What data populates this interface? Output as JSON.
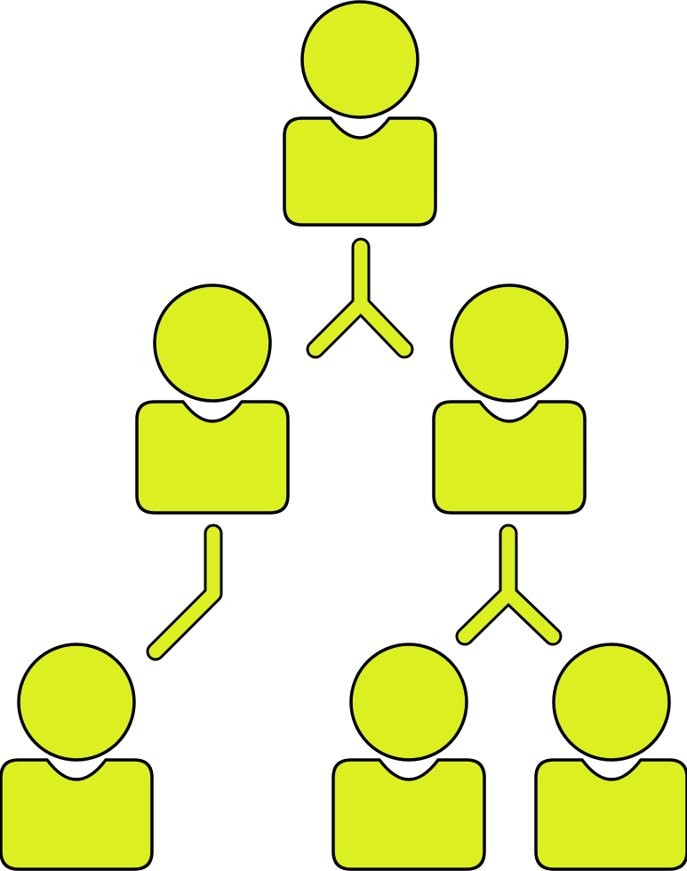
{
  "colors": {
    "fill": "#dcf021",
    "stroke": "#000000",
    "background": "#ffffff"
  },
  "icon": "user-icon",
  "diagram": {
    "nodes": [
      {
        "id": "top"
      },
      {
        "id": "mid-left"
      },
      {
        "id": "mid-right"
      },
      {
        "id": "bottom-left"
      },
      {
        "id": "bottom-center"
      },
      {
        "id": "bottom-right"
      }
    ],
    "edges": [
      {
        "from": "top",
        "to": "mid-left"
      },
      {
        "from": "top",
        "to": "mid-right"
      },
      {
        "from": "mid-left",
        "to": "bottom-left"
      },
      {
        "from": "mid-right",
        "to": "bottom-center"
      },
      {
        "from": "mid-right",
        "to": "bottom-right"
      }
    ]
  }
}
